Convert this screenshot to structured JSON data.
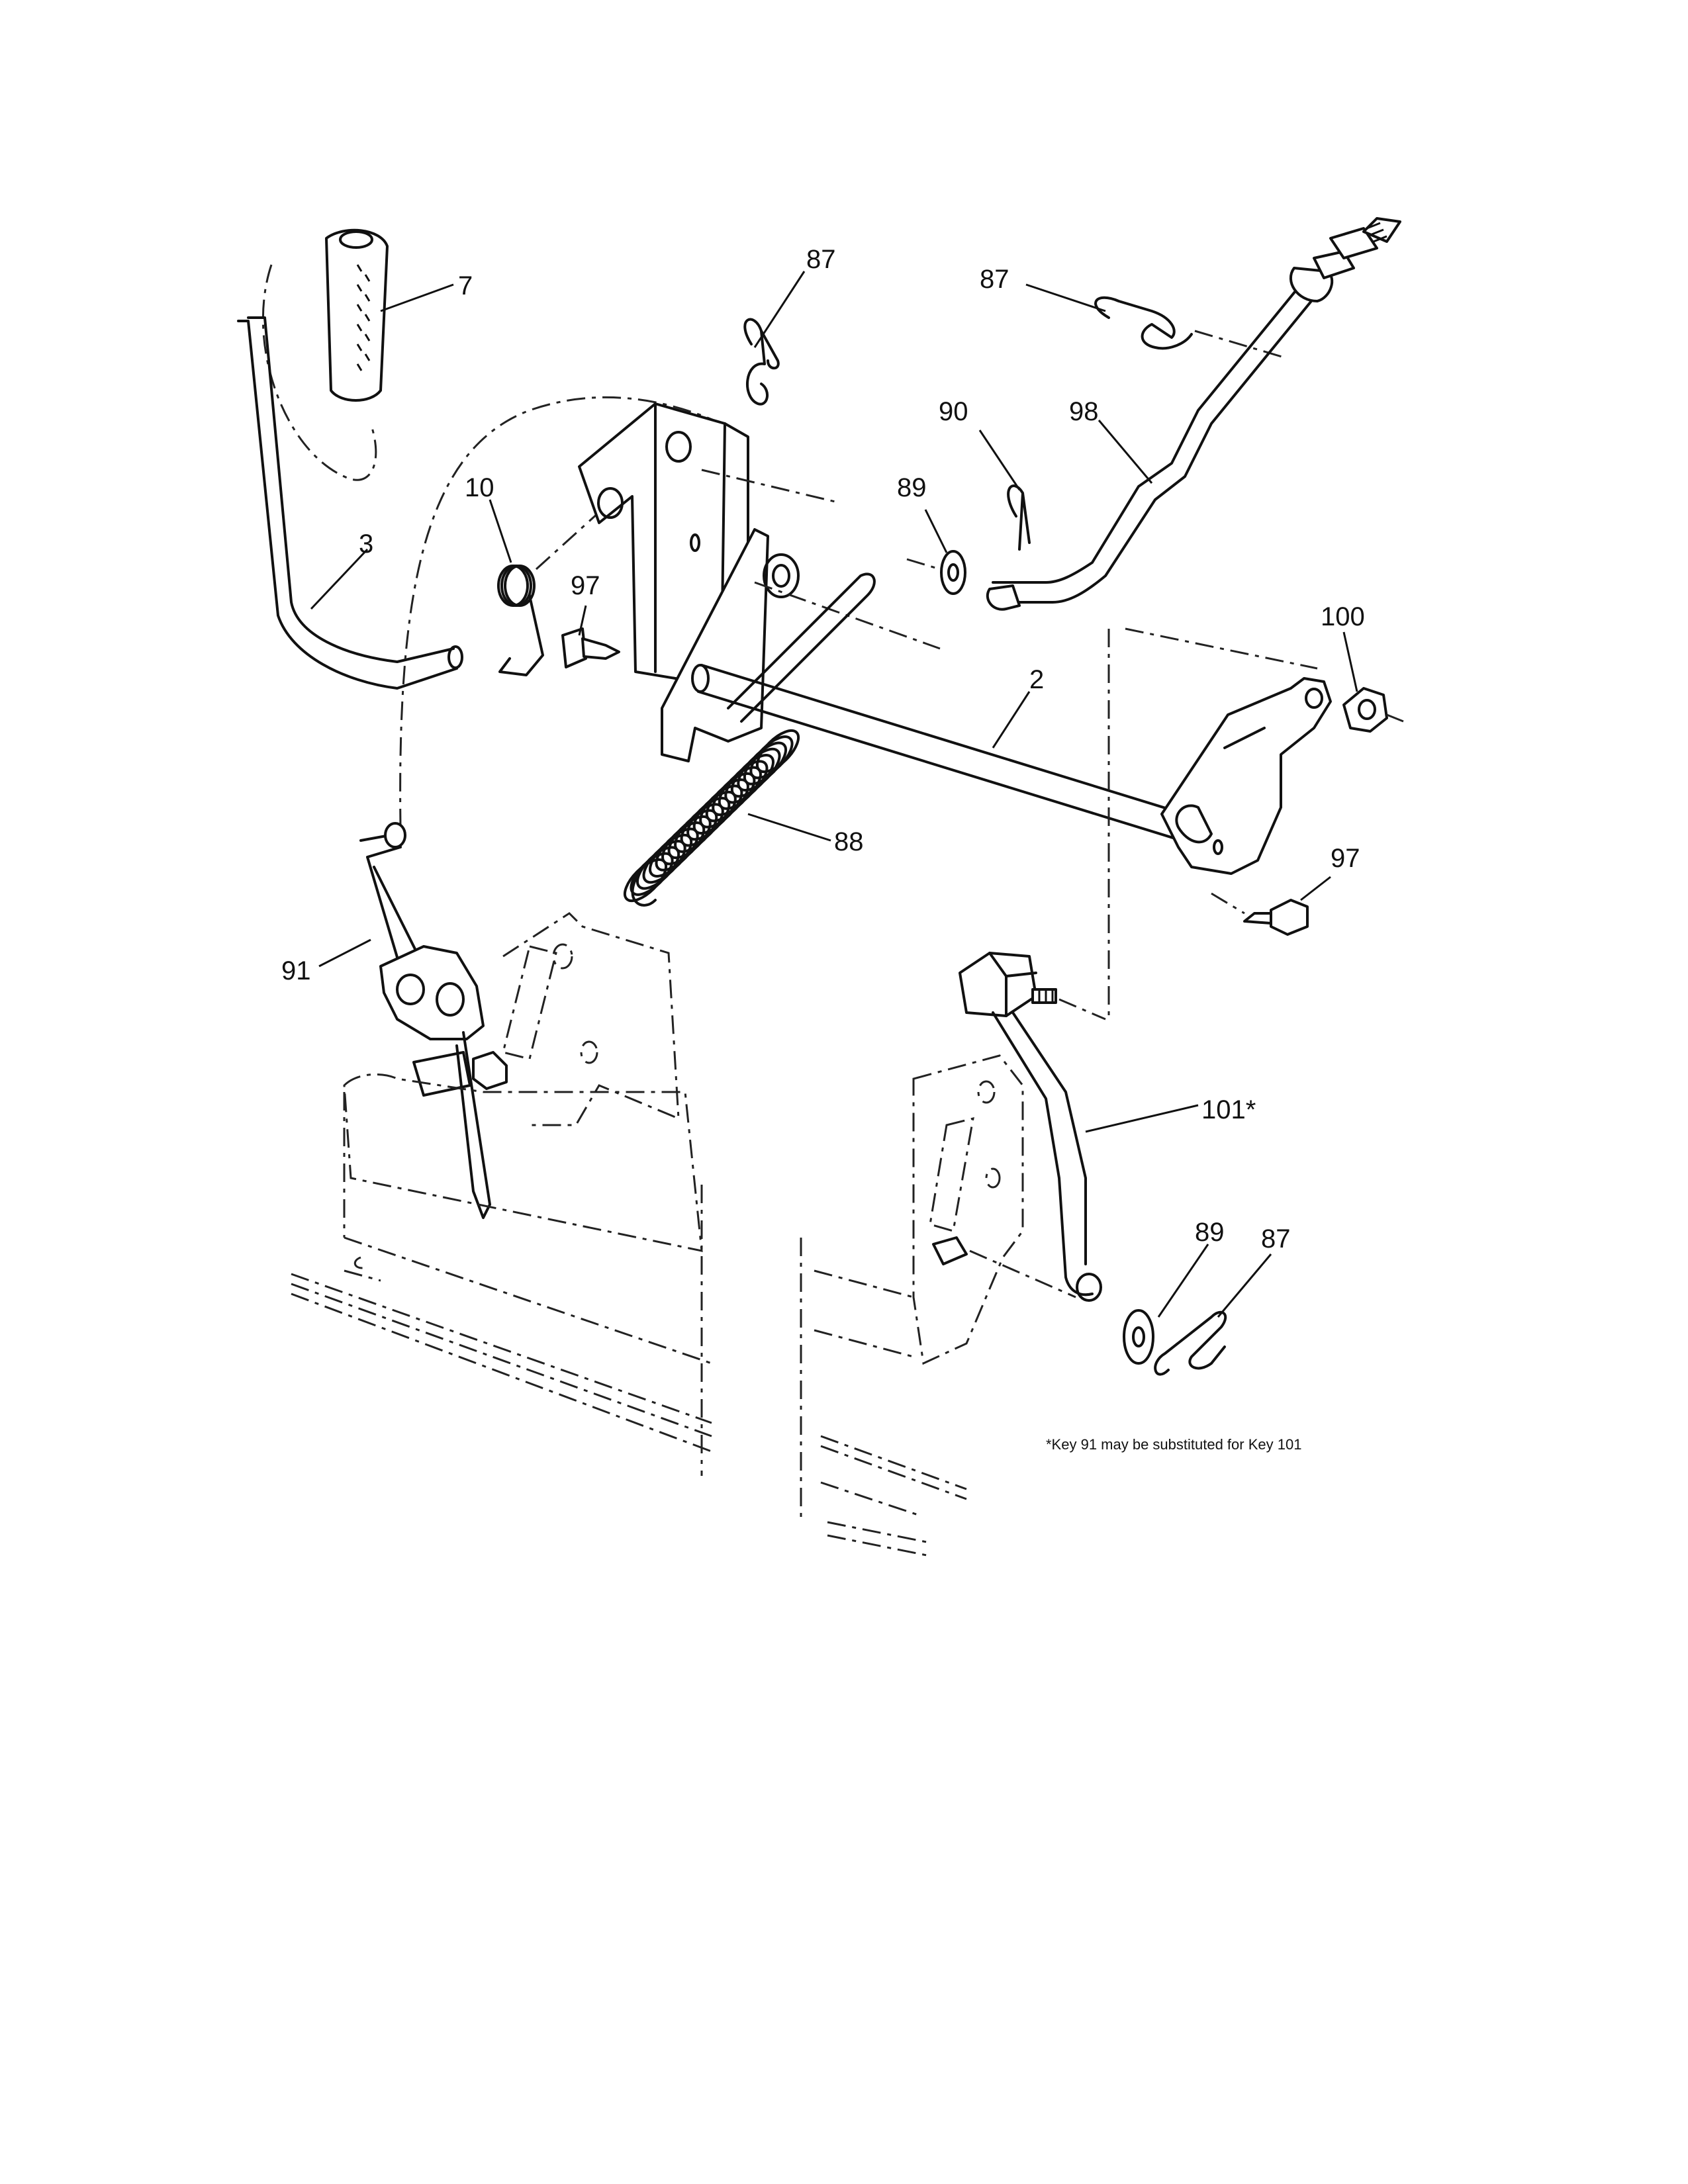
{
  "diagram": {
    "callouts": {
      "k7": "7",
      "k3": "3",
      "k10": "10",
      "k97a": "97",
      "k87a": "87",
      "k87b": "87",
      "k90": "90",
      "k89a": "89",
      "k98": "98",
      "k100": "100",
      "k2": "2",
      "k88": "88",
      "k97b": "97",
      "k91": "91",
      "k101": "101*",
      "k89b": "89",
      "k87c": "87"
    },
    "footnote": "*Key 91 may be substituted for Key 101"
  }
}
